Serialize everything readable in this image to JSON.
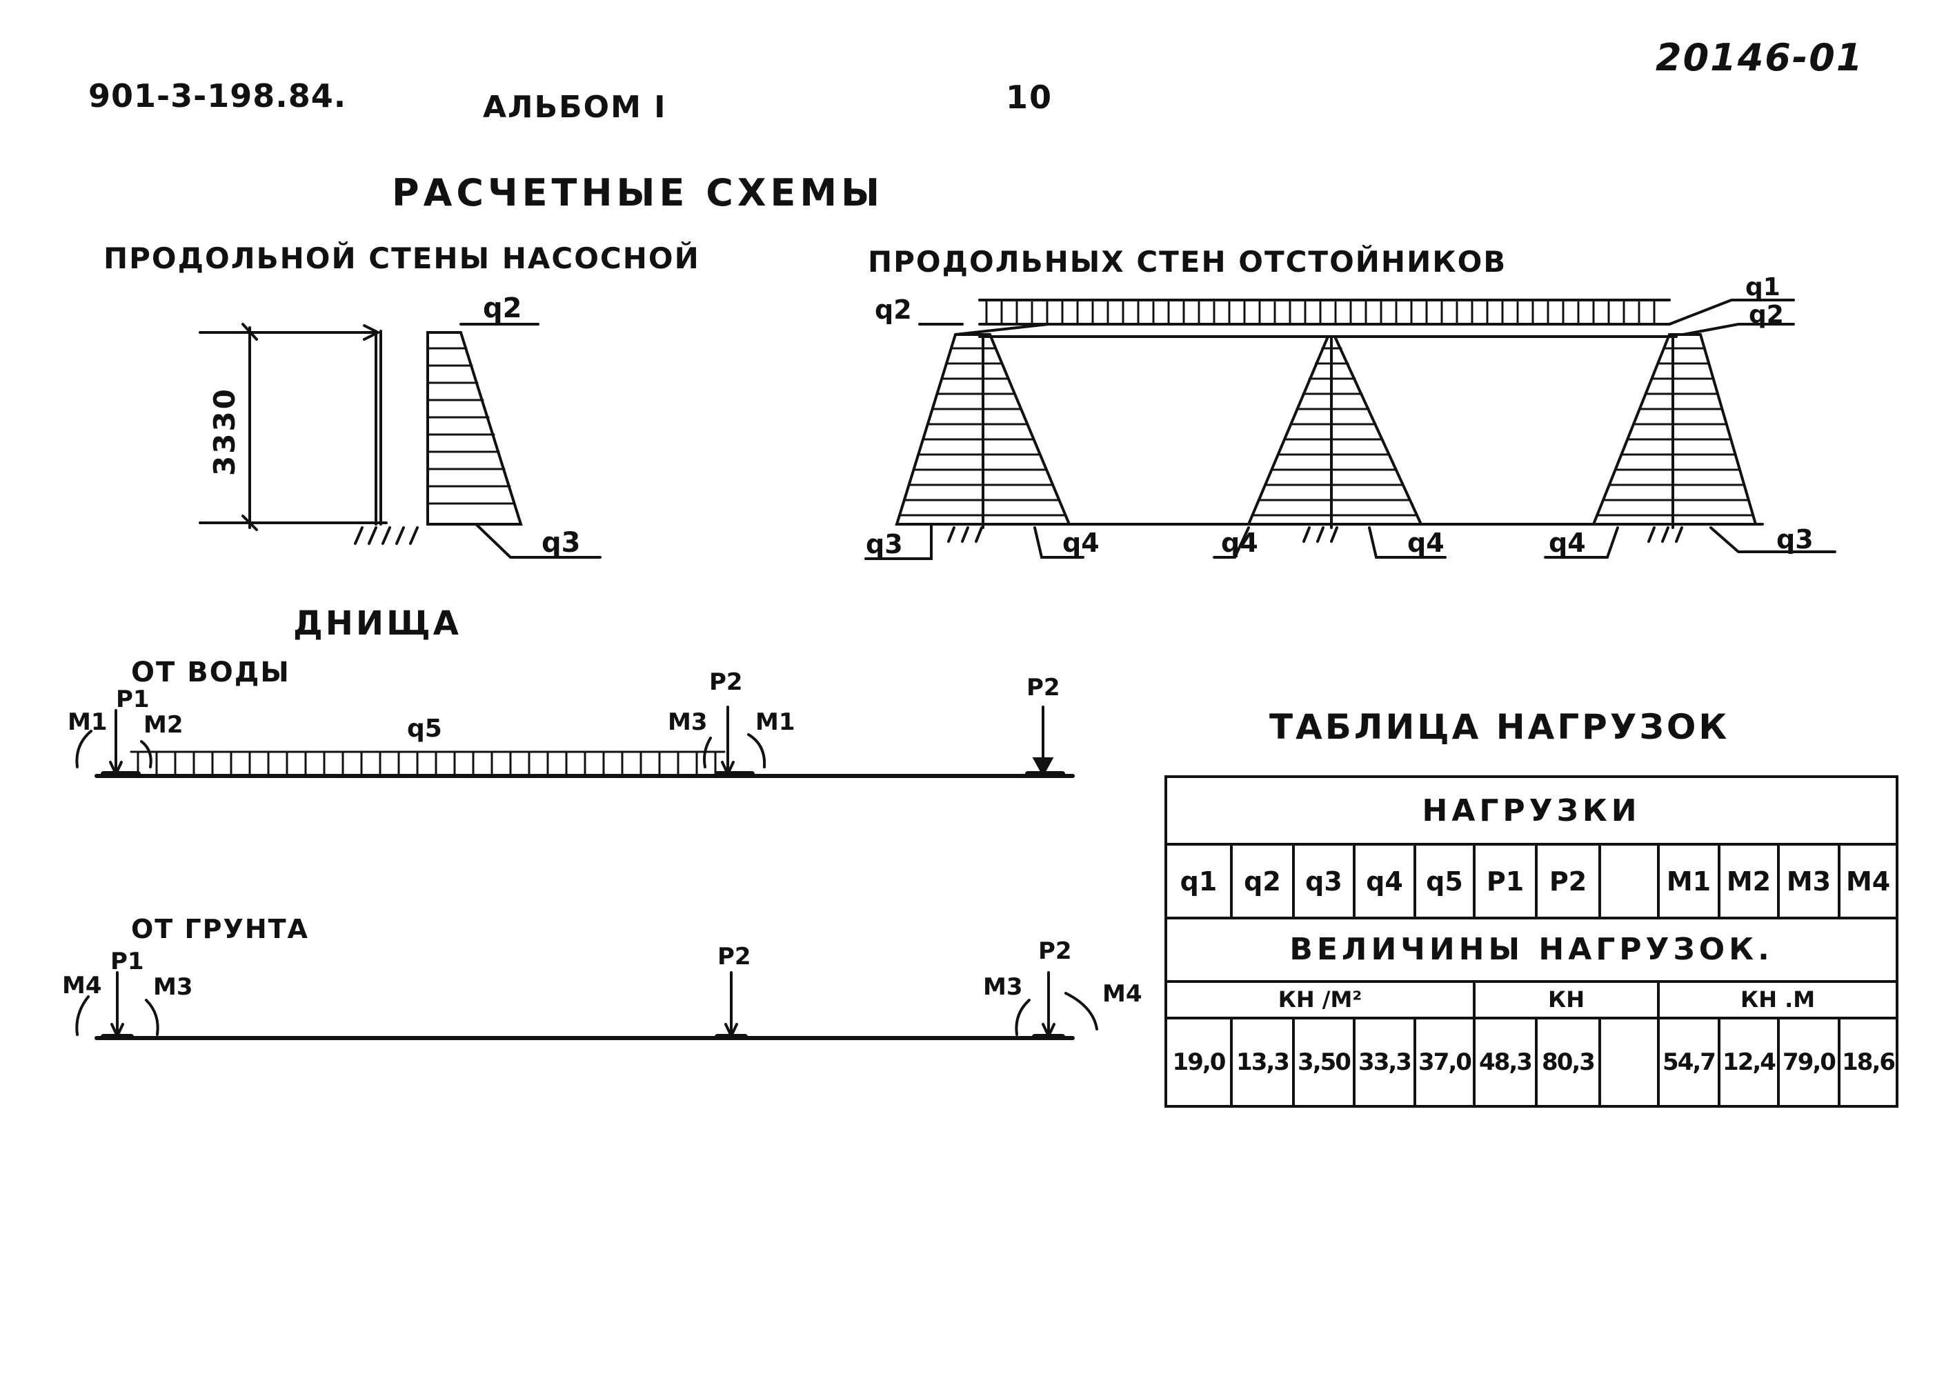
{
  "header": {
    "doc_code": "901-3-198.84.",
    "album": "АЛЬБОМ I",
    "page_number": "10",
    "stamp": "20146-01"
  },
  "title": "РАСЧЕТНЫЕ   СХЕМЫ",
  "schemes": {
    "pump_wall": {
      "title": "ПРОДОЛЬНОЙ  СТЕНЫ  НАСОСНОЙ",
      "dimension": "3330",
      "top_load": "q2",
      "bottom_load": "q3"
    },
    "settler_walls": {
      "title": "ПРОДОЛЬНЫХ   СТЕН  ОТСТОЙНИКОВ",
      "labels": [
        "q1",
        "q2",
        "q2",
        "q3",
        "q4",
        "q4",
        "q4",
        "q4",
        "q3"
      ]
    },
    "bottoms": {
      "title": "ДНИЩА",
      "water": {
        "title": "ОТ  ВОДЫ",
        "labels": [
          "M1",
          "P1",
          "M2",
          "q5",
          "M3",
          "P2",
          "M1",
          "P2"
        ]
      },
      "soil": {
        "title": "ОТ     ГРУНТА",
        "labels": [
          "M4",
          "P1",
          "M3",
          "P2",
          "M3",
          "P2",
          "M4"
        ]
      }
    }
  },
  "load_table": {
    "title": "ТАБЛИЦА     НАГРУЗОК",
    "group_header": "НАГРУЗКИ",
    "loads": [
      "q1",
      "q2",
      "q3",
      "q4",
      "q5",
      "P1",
      "P2",
      "",
      "M1",
      "M2",
      "M3",
      "M4"
    ],
    "values_header": "ВЕЛИЧИНЫ    НАГРУЗОК.",
    "unit_groups": [
      "КН  /М²",
      "КН",
      "КН .М"
    ],
    "values": [
      "19,0",
      "13,3",
      "3,50",
      "33,3",
      "37,0",
      "48,3",
      "80,3",
      "",
      "54,7",
      "12,4",
      "79,0",
      "18,6"
    ]
  }
}
